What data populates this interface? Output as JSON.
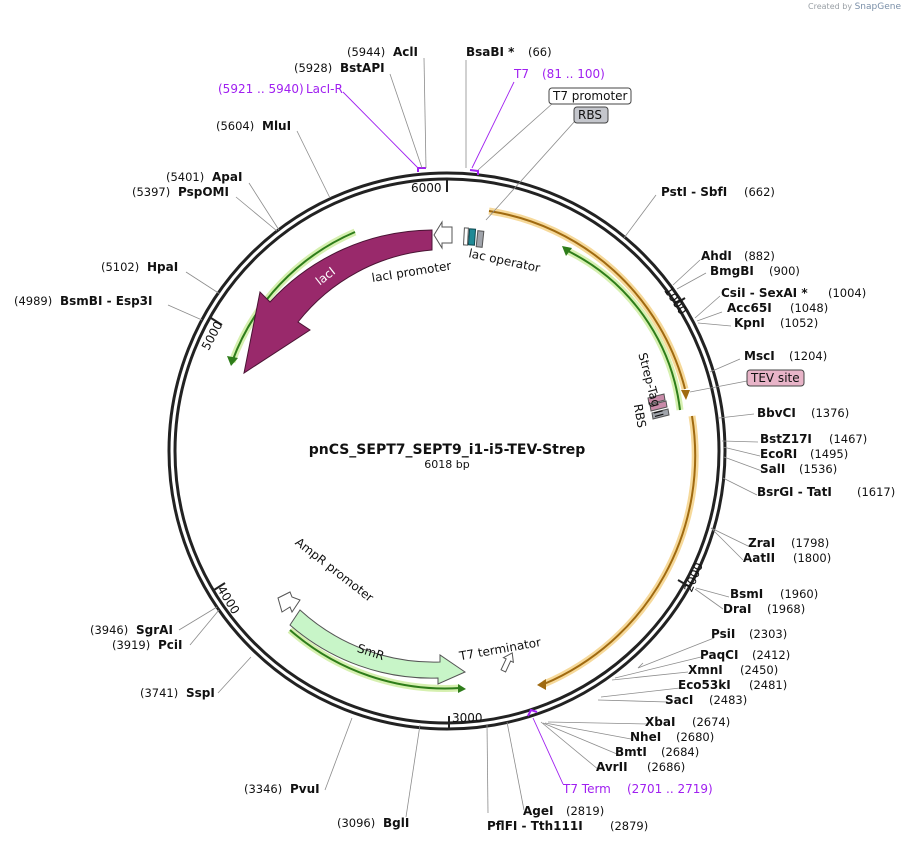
{
  "credit": {
    "text": "Created by",
    "brand": "SnapGene"
  },
  "plasmid": {
    "name": "pnCS_SEPT7_SEPT9_i1-i5-TEV-Strep",
    "size": "6018 bp",
    "length": 6018
  },
  "ticks": [
    {
      "bp": 1000,
      "label": "1000"
    },
    {
      "bp": 2000,
      "label": "2000"
    },
    {
      "bp": 3000,
      "label": "3000"
    },
    {
      "bp": 4000,
      "label": "4000"
    },
    {
      "bp": 5000,
      "label": "5000"
    },
    {
      "bp": 6000,
      "label": "6000"
    }
  ],
  "enzymes": [
    {
      "name": "AclI",
      "pos": "(5944)"
    },
    {
      "name": "BstAPI",
      "pos": "(5928)"
    },
    {
      "name": "BsaBI *",
      "pos": "(66)"
    },
    {
      "name": "MluI",
      "pos": "(5604)"
    },
    {
      "name": "ApaI",
      "pos": "(5401)"
    },
    {
      "name": "PspOMI",
      "pos": "(5397)"
    },
    {
      "name": "PstI  - SbfI",
      "pos": "(662)"
    },
    {
      "name": "HpaI",
      "pos": "(5102)"
    },
    {
      "name": "AhdI",
      "pos": "(882)"
    },
    {
      "name": "BmgBI",
      "pos": "(900)"
    },
    {
      "name": "BsmBI  - Esp3I",
      "pos": "(4989)"
    },
    {
      "name": "CsiI  - SexAI *",
      "pos": "(1004)"
    },
    {
      "name": "Acc65I",
      "pos": "(1048)"
    },
    {
      "name": "KpnI",
      "pos": "(1052)"
    },
    {
      "name": "MscI",
      "pos": "(1204)"
    },
    {
      "name": "BbvCI",
      "pos": "(1376)"
    },
    {
      "name": "BstZ17I",
      "pos": "(1467)"
    },
    {
      "name": "EcoRI",
      "pos": "(1495)"
    },
    {
      "name": "SalI",
      "pos": "(1536)"
    },
    {
      "name": "BsrGI  - TatI",
      "pos": "(1617)"
    },
    {
      "name": "ZraI",
      "pos": "(1798)"
    },
    {
      "name": "AatII",
      "pos": "(1800)"
    },
    {
      "name": "BsmI",
      "pos": "(1960)"
    },
    {
      "name": "DraI",
      "pos": "(1968)"
    },
    {
      "name": "PsiI",
      "pos": "(2303)"
    },
    {
      "name": "PaqCI",
      "pos": "(2412)"
    },
    {
      "name": "XmnI",
      "pos": "(2450)"
    },
    {
      "name": "Eco53kI",
      "pos": "(2481)"
    },
    {
      "name": "SacI",
      "pos": "(2483)"
    },
    {
      "name": "XbaI",
      "pos": "(2674)"
    },
    {
      "name": "NheI",
      "pos": "(2680)"
    },
    {
      "name": "BmtI",
      "pos": "(2684)"
    },
    {
      "name": "AvrII",
      "pos": "(2686)"
    },
    {
      "name": "AgeI",
      "pos": "(2819)"
    },
    {
      "name": "PflFI  - Tth111I",
      "pos": "(2879)"
    },
    {
      "name": "BglI",
      "pos": "(3096)"
    },
    {
      "name": "PvuI",
      "pos": "(3346)"
    },
    {
      "name": "SspI",
      "pos": "(3741)"
    },
    {
      "name": "SgrAI",
      "pos": "(3946)"
    },
    {
      "name": "PciI",
      "pos": "(3919)"
    }
  ],
  "primers": [
    {
      "name": "LacI-R",
      "range": "(5921 .. 5940)"
    },
    {
      "name": "T7",
      "range": "(81 .. 100)"
    },
    {
      "name": "T7 Term",
      "range": "(2701 .. 2719)"
    }
  ],
  "features": [
    {
      "name": "lacI",
      "color": "#99296b"
    },
    {
      "name": "lacI promoter"
    },
    {
      "name": "lac operator",
      "color": "#1f8a96"
    },
    {
      "name": "T7 promoter"
    },
    {
      "name": "RBS",
      "color": "#a0a4ab"
    },
    {
      "name": "Strep-Tag II",
      "color": "#c88aa8"
    },
    {
      "name": "RBS",
      "color": "#a0a4ab"
    },
    {
      "name": "TEV site",
      "color": "#e8b4c8"
    },
    {
      "name": "T7 terminator"
    },
    {
      "name": "AmpR promoter"
    },
    {
      "name": "SmR",
      "color": "#c8f5c8"
    }
  ],
  "colors": {
    "orf_orange": "#e9a33b",
    "orf_green": "#52a82a",
    "primer": "#a020f0",
    "backbone": "#222222"
  }
}
